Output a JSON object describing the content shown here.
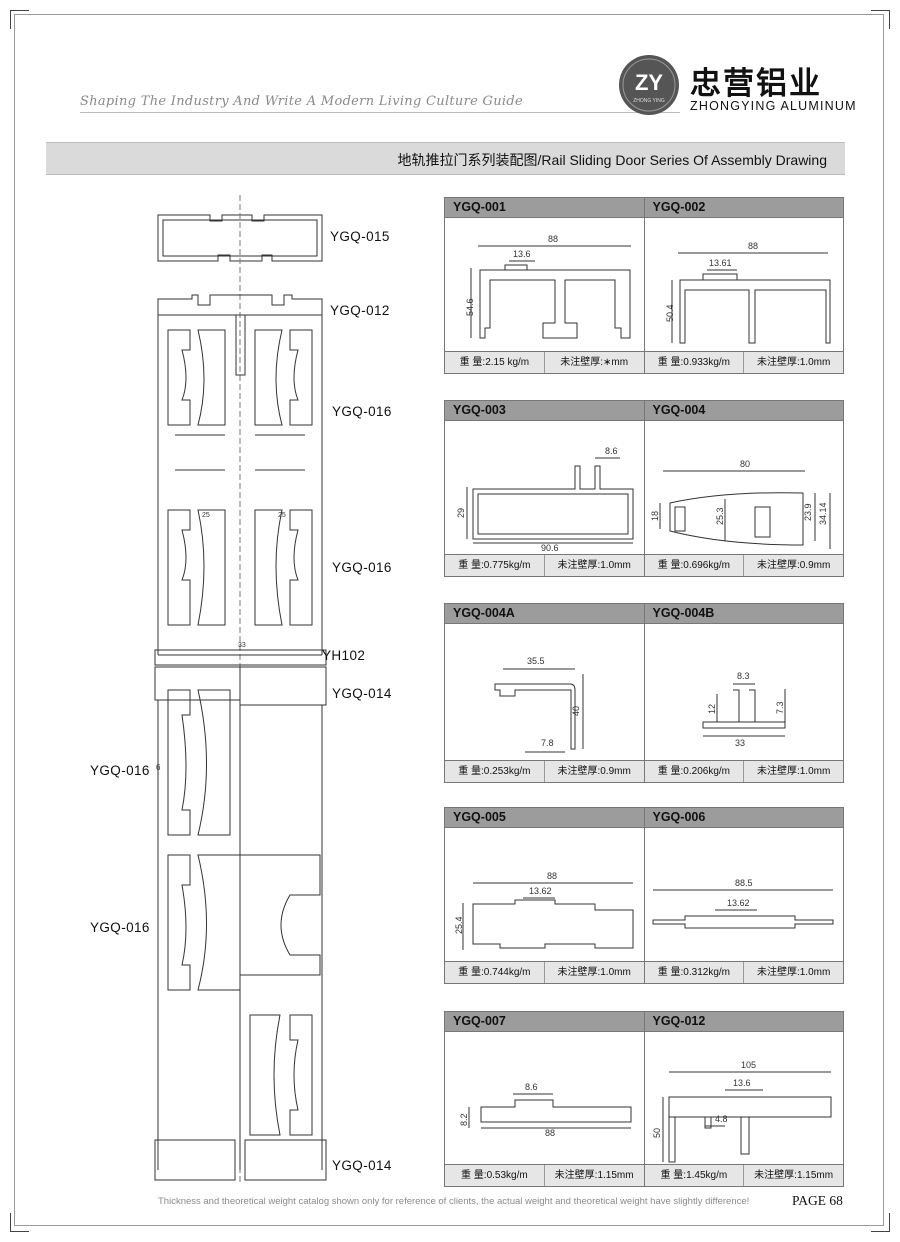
{
  "header": {
    "tagline": "Shaping The Industry And Write A Modern Living Culture Guide",
    "logo_text": "ZY",
    "logo_sub": "ZHONG YING",
    "brand_cn": "忠营铝业",
    "brand_en": "ZHONGYING ALUMINUM"
  },
  "title": {
    "cn": "地轨推拉门系列装配图",
    "en": "/Rail Sliding Door Series Of Assembly Drawing"
  },
  "assembly": {
    "labels": [
      "YGQ-015",
      "YGQ-012",
      "YGQ-016",
      "YGQ-016",
      "YH102",
      "YGQ-014",
      "YGQ-016",
      "YGQ-016",
      "YGQ-014"
    ],
    "dim_25_a": "25",
    "dim_25_b": "25",
    "dim_33": "33",
    "mark_6": "6"
  },
  "panels": [
    {
      "left": {
        "code": "YGQ-001",
        "weight": "重  量:2.15 kg/m",
        "thickness": "未注壁厚:∗mm",
        "dims": [
          "88",
          "13.6",
          "54.6"
        ]
      },
      "right": {
        "code": "YGQ-002",
        "weight": "重  量:0.933kg/m",
        "thickness": "未注壁厚:1.0mm",
        "dims": [
          "88",
          "13.61",
          "50.4"
        ]
      }
    },
    {
      "left": {
        "code": "YGQ-003",
        "weight": "重  量:0.775kg/m",
        "thickness": "未注壁厚:1.0mm",
        "dims": [
          "8.6",
          "29",
          "90.6"
        ]
      },
      "right": {
        "code": "YGQ-004",
        "weight": "重  量:0.696kg/m",
        "thickness": "未注壁厚:0.9mm",
        "dims": [
          "80",
          "18",
          "25.3",
          "23.9",
          "34.14"
        ]
      }
    },
    {
      "left": {
        "code": "YGQ-004A",
        "weight": "重  量:0.253kg/m",
        "thickness": "未注壁厚:0.9mm",
        "dims": [
          "35.5",
          "40",
          "7.8"
        ]
      },
      "right": {
        "code": "YGQ-004B",
        "weight": "重  量:0.206kg/m",
        "thickness": "未注壁厚:1.0mm",
        "dims": [
          "8.3",
          "12",
          "7.3",
          "33"
        ]
      }
    },
    {
      "left": {
        "code": "YGQ-005",
        "weight": "重  量:0.744kg/m",
        "thickness": "未注壁厚:1.0mm",
        "dims": [
          "88",
          "13.62",
          "25.4"
        ]
      },
      "right": {
        "code": "YGQ-006",
        "weight": "重  量:0.312kg/m",
        "thickness": "未注壁厚:1.0mm",
        "dims": [
          "88.5",
          "13.62"
        ]
      }
    },
    {
      "left": {
        "code": "YGQ-007",
        "weight": "重  量:0.53kg/m",
        "thickness": "未注壁厚:1.15mm",
        "dims": [
          "8.6",
          "8.2",
          "88"
        ]
      },
      "right": {
        "code": "YGQ-012",
        "weight": "重  量:1.45kg/m",
        "thickness": "未注壁厚:1.15mm",
        "dims": [
          "105",
          "13.6",
          "4.8",
          "50"
        ]
      }
    }
  ],
  "footer": {
    "note": "Thickness and theoretical weight catalog shown only for reference of clients, the actual weight and theoretical weight have slightly difference!",
    "page": "PAGE  68"
  },
  "colors": {
    "panel_header": "#9c9c9c",
    "title_bar": "#dadada",
    "line": "#333333"
  }
}
